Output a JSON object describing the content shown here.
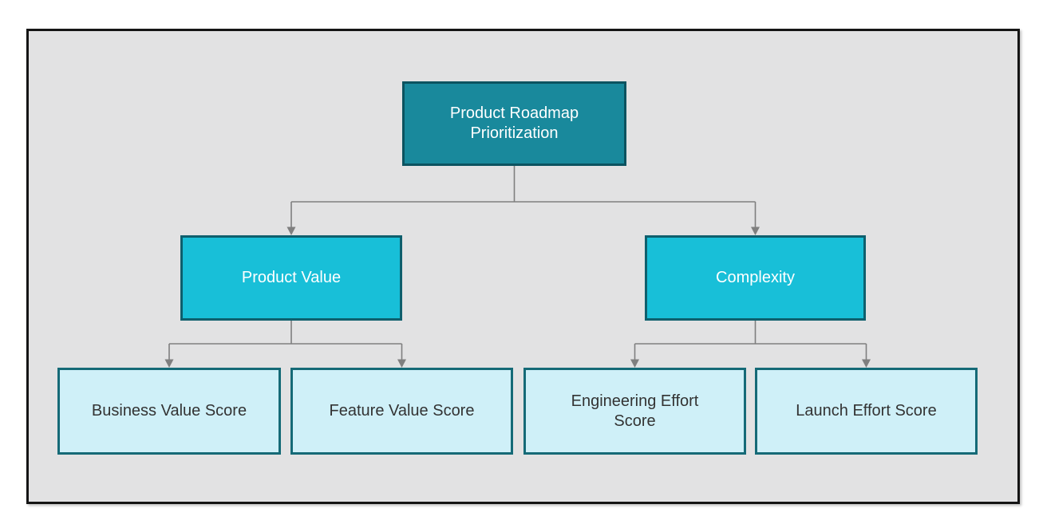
{
  "theme": {
    "page_bg": "#ffffff",
    "canvas_bg": "#e2e2e3",
    "frame_border": "#151515",
    "root_fill": "#19899c",
    "root_border": "#0c5360",
    "branch_fill": "#18bfd8",
    "branch_border": "#0e5f6d",
    "leaf_fill": "#cff0f8",
    "leaf_border": "#156a77",
    "leaf_text": "#333333",
    "node_text": "#ffffff",
    "connector": "#7f7f7f"
  },
  "diagram": {
    "type": "hierarchy-tree",
    "root": {
      "label": "Product Roadmap Prioritization"
    },
    "branches": [
      {
        "label": "Product Value",
        "children": [
          "Business Value Score",
          "Feature Value Score"
        ]
      },
      {
        "label": "Complexity",
        "children": [
          "Engineering Effort Score",
          "Launch Effort Score"
        ]
      }
    ]
  }
}
